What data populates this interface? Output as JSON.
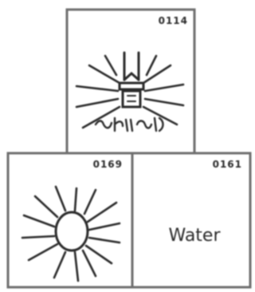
{
  "panels": [
    {
      "id": "top",
      "code": "0114",
      "illustration": "radiating-emblem-with-inscription"
    },
    {
      "id": "bottom-left",
      "code": "0169",
      "illustration": "radiating-sun-circle"
    },
    {
      "id": "bottom-right",
      "code": "0161",
      "word": "Water"
    }
  ]
}
